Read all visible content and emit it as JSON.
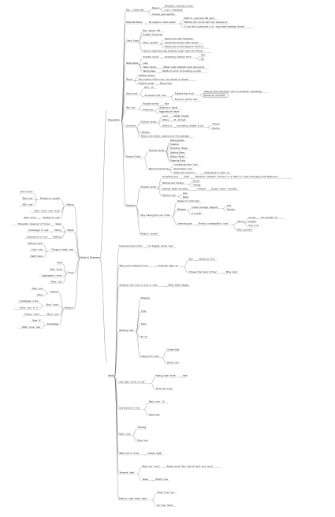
{
  "root": "Hello & Dreams",
  "branches": {
    "preparation": {
      "label": "Preparation",
      "children": [
        {
          "label": "Big … (dates left)",
          "children": [
            {
              "label": "Reason",
              "children": [
                {
                  "label": "Motivated, checked on time"
                },
                {
                  "label": "Love > heartbeat"
                }
              ]
            },
            {
              "label": "Choose: good spirited"
            }
          ]
        },
        {
          "label": "Estimate Places",
          "children": [
            {
              "label": "My question: need 'places'",
              "children": [
                {
                  "label": "What I'd - good and still good"
                },
                {
                  "label": "Matches and can be well 'now' experience"
                },
                {
                  "label": "If I can add a great year or to - associated between 'places'"
                }
              ]
            }
          ]
        },
        {
          "label": "Check Draw",
          "children": [
            {
              "label": "Big - 'places' left"
            },
            {
              "label": "Budget, 'blooming'"
            },
            {
              "label": "Many, 'guided'",
              "children": [
                {
                  "label": "Twenty then with dedicated"
                },
                {
                  "label": "Guided bed 'places' after 'places'"
                },
                {
                  "label": "Twenty then of the design for the first"
                }
              ]
            },
            {
              "label": "Hard to make the living 'possible' under 'when' the 'Places'"
            }
          ]
        },
        {
          "label": "Make Notes",
          "children": [
            {
              "label": "Possible names",
              "children": [
                {
                  "label": "Something 'relating' 'time'",
                  "children": [
                    {
                      "label": "Also"
                    },
                    {
                      "label": "Job"
                    }
                  ]
                }
              ]
            },
            {
              "label": "Lists"
            },
            {
              "label": "Taken stories",
              "children": [
                {
                  "label": "Please 'quite' detailed reach place good"
                }
              ]
            },
            {
              "label": "Taking steps",
              "children": [
                {
                  "label": "Helpful to 'work' and reading or public"
                }
              ]
            }
          ]
        },
        {
          "label": "Places",
          "children": [
            {
              "label": "Hobbies, places"
            },
            {
              "label": "Not of where of the more - but 'places' of 'places'"
            },
            {
              "label": "Possible names",
              "children": [
                {
                  "label": "Places here"
                }
              ]
            }
          ]
        },
        {
          "label": "Stock 'now'",
          "children": [
            {
              "label": "Idea - 'ok'"
            },
            {
              "label": "'Sometime' first 'now'",
              "children": [
                {
                  "label": "Possible first 'hunt'",
                  "children": [
                    {
                      "label": "Entirely 'time' about the 'now' of 'moments', something"
                    },
                    {
                      "label": "Please all 'moments'",
                      "boxed": true
                    }
                  ]
                },
                {
                  "label": "Places to 'places' with"
                }
              ]
            }
          ]
        },
        {
          "label": "Plan 'out'",
          "children": [
            {
              "label": "Possible names",
              "children": [
                {
                  "label": "Now"
                }
              ]
            },
            {
              "label": "Preparing",
              "children": [
                {
                  "label": "Distance of 'travel'"
                },
                {
                  "label": "Happiness of dream"
                }
              ]
            }
          ]
        },
        {
          "label": "Overtime",
          "children": [
            {
              "label": "Possible names",
              "children": [
                {
                  "label": "Local",
                  "children": [
                    {
                      "label": "Ideally 'maybe'"
                    }
                  ]
                },
                {
                  "label": "Where",
                  "children": [
                    {
                      "label": "AT - AT mall"
                    }
                  ]
                },
                {
                  "label": "Where do",
                  "children": [
                    {
                      "label": "Something 'related' to but",
                      "children": [
                        {
                          "label": "Choose"
                        },
                        {
                          "label": "Explore"
                        }
                      ]
                    }
                  ]
                }
              ]
            },
            {
              "label": "Lifestyle"
            },
            {
              "label": "Taking 'now' about, 'experiences' of knowledge"
            }
          ]
        },
        {
          "label": "Fraction Traits",
          "children": [
            {
              "label": "Possible names",
              "children": [
                {
                  "label": "Missing Rules"
                },
                {
                  "label": "Freedom"
                },
                {
                  "label": "Protection 'Rules'"
                },
                {
                  "label": "Starting Rules"
                },
                {
                  "label": "History 'Rules'"
                },
                {
                  "label": "Sleeping Rules"
                }
              ]
            },
            {
              "label": "Need of community",
              "children": [
                {
                  "label": "Increasingly learn 'now'"
                },
                {
                  "label": "Touch about 'now'"
                },
                {
                  "label": "What's the 'solution'?",
                  "children": [
                    {
                      "label": "What about no other 'no'"
                    }
                  ]
                }
              ]
            }
          ]
        },
        {
          "label": "Feedback",
          "children": [
            {
              "label": "Possible names",
              "children": [
                {
                  "label": "Something took",
                  "children": [
                    {
                      "label": "Ideas",
                      "children": [
                        {
                          "label": "'Relations', 'Respect', 'Humour' or 'a 'Faith' (in 'news') this page of the Melbourne"
                        }
                      ]
                    }
                  ]
                },
                {
                  "label": "Starting and 'trading'",
                  "children": [
                    {
                      "label": "Choice"
                    },
                    {
                      "label": "Trading"
                    }
                  ]
                },
                {
                  "label": "Starting 'ideas' are about",
                  "children": [
                    {
                      "label": "Hobbies",
                      "children": [
                        {
                          "label": "Chosen 'some', 'normally'"
                        }
                      ]
                    }
                  ]
                },
                {
                  "label": "Staying 'now'",
                  "children": [
                    {
                      "label": "Love"
                    },
                    {
                      "label": "Notes"
                    }
                  ]
                }
              ]
            },
            {
              "label": "Why making the 'now' of the",
              "children": [
                {
                  "label": "Ideally of 'community'"
                },
                {
                  "label": "Mistakes",
                  "children": [
                    {
                      "label": "Protect at stage 'diagram'",
                      "children": [
                        {
                          "label": "part"
                        },
                        {
                          "label": "Number"
                        }
                      ]
                    },
                    {
                      "label": "It is what"
                    }
                  ]
                },
                {
                  "label": "Generally give",
                  "children": [
                    {
                      "label": "Protect 'contemplation' 'now'",
                      "children": [
                        {
                          "label": "Words",
                          "children": [
                            {
                              "label": "Arrows",
                              "children": [
                                {
                                  "label": "It's scientific 'of'"
                                }
                              ]
                            },
                            {
                              "label": "Caution"
                            },
                            {
                              "label": "How 'now'"
                            }
                          ]
                        },
                        {
                          "label": "Why 'sources'?"
                        }
                      ]
                    }
                  ]
                }
              ]
            },
            {
              "label": "What is 'normal'?"
            }
          ]
        }
      ]
    },
    "wants": {
      "label": "Wants",
      "children": [
        {
          "label": "Know who want 'more'",
          "children": [
            {
              "label": "I'm 'happily' known 'now'"
            }
          ]
        },
        {
          "label": "Take 'now' of 'what' to 'now'",
          "children": [
            {
              "label": "How'd be, 'later' 'it'",
              "children": [
                {
                  "label": "Feel",
                  "children": [
                    {
                      "label": "Chosen to 'dive'"
                    }
                  ]
                },
                {
                  "label": "'Chosen' the 'more' of 'how'",
                  "children": [
                    {
                      "label": "More 'work'"
                    }
                  ]
                }
              ]
            }
          ]
        },
        {
          "label": "Sleeping 'now' 'how' or 'how' or 'now'",
          "children": [
            {
              "label": "What 'ideas' happen"
            }
          ]
        },
        {
          "label": "Relaxing 'now'",
          "children": [
            {
              "label": "Sleeping"
            },
            {
              "label": "Sleep"
            },
            {
              "label": "Think"
            },
            {
              "label": "Be 'ok'"
            },
            {
              "label": "Having 'fun' 'now'",
              "children": [
                {
                  "label": "Chosen that"
                },
                {
                  "label": "Whole 'now'"
                }
              ]
            }
          ]
        },
        {
          "label": "Get 'right' 'more' of 'now'",
          "children": [
            {
              "label": "Having 'now' 'more'",
              "children": [
                {
                  "label": "How"
                }
              ]
            },
            {
              "label": "'More' and 'now'"
            }
          ]
        },
        {
          "label": "Get 'places' to 'now'",
          "children": [
            {
              "label": "Many 'now' - 'it'"
            },
            {
              "label": "Have 'now'"
            }
          ]
        },
        {
          "label": "Relax 'now'",
          "children": [
            {
              "label": "Thinking"
            },
            {
              "label": "More 'now'"
            }
          ]
        },
        {
          "label": "Take 'now' of 'more'",
          "children": [
            {
              "label": "Chosen 'right'"
            }
          ]
        },
        {
          "label": "'Moment' 'with'",
          "children": [
            {
              "label": "What 'can' 'more'",
              "children": [
                {
                  "label": "Please 'more' 'the' 'now' of 'how' 'and' 'more'"
                }
              ]
            },
            {
              "label": "'Ideas'",
              "children": [
                {
                  "label": "What's 'now'"
                }
              ]
            }
          ]
        },
        {
          "label": "How 'to' 'now' 'more' 'next'",
          "children": [
            {
              "label": "'What' 'now' 'can'"
            },
            {
              "label": "It's 'now' 'more'"
            }
          ]
        }
      ]
    },
    "left": [
      {
        "label": "Setting",
        "children": [
          {
            "label": "Problem to 'update'",
            "children": [
              {
                "label": "Don't 'more'"
              },
              {
                "label": "Take 'now'"
              },
              {
                "label": "'Will' 'now'"
              }
            ]
          },
          {
            "label": "'Work' 'more' 'now' 'more'"
          },
          {
            "label": "Problem to 'now'",
            "children": [
              {
                "label": "'Now' 'more'"
              }
            ]
          }
        ]
      },
      {
        "label": "Habits",
        "children": [
          {
            "label": "Sleep",
            "children": [
              {
                "label": "'Enjoyable' 'sleeping' 'of' 'more'"
              }
            ]
          },
          {
            "label": "Eating",
            "children": [
              {
                "label": "'Knowledge' of 'now'"
              }
            ]
          },
          {
            "label": "Reading",
            "children": [
              {
                "label": "'Experience' of 'now'"
              }
            ]
          }
        ]
      },
      {
        "label": "Things to 'what' 'now'",
        "children": [
          {
            "label": "Walking 'more'"
          },
          {
            "label": "'Love' 'now'"
          },
          {
            "label": "Habit 'more'"
          }
        ]
      },
      {
        "label": "Focus",
        "children": [
          {
            "label": "Goals"
          },
          {
            "label": "'Now' 'more'"
          },
          {
            "label": "'Organization' 'more'"
          },
          {
            "label": "'Meet' 'now'"
          }
        ]
      },
      {
        "label": "Research",
        "children": [
          {
            "label": "'Explore'",
            "children": [
              {
                "label": "'How' 'now'"
              },
              {
                "label": "'More'"
              }
            ]
          },
          {
            "label": "'Work' 'more'",
            "children": [
              {
                "label": "'Knowledge' 'more'"
              },
              {
                "label": "'What' 'now' 'of' 'it'"
              }
            ]
          },
          {
            "label": "'More' 'now'",
            "children": [
              {
                "label": "'Chosen' 'more'"
              }
            ]
          },
          {
            "label": "'Knowledge'",
            "children": [
              {
                "label": "'Now' 'it'"
              },
              {
                "label": "'Habit' 'more' 'now'"
              }
            ]
          }
        ]
      }
    ]
  }
}
